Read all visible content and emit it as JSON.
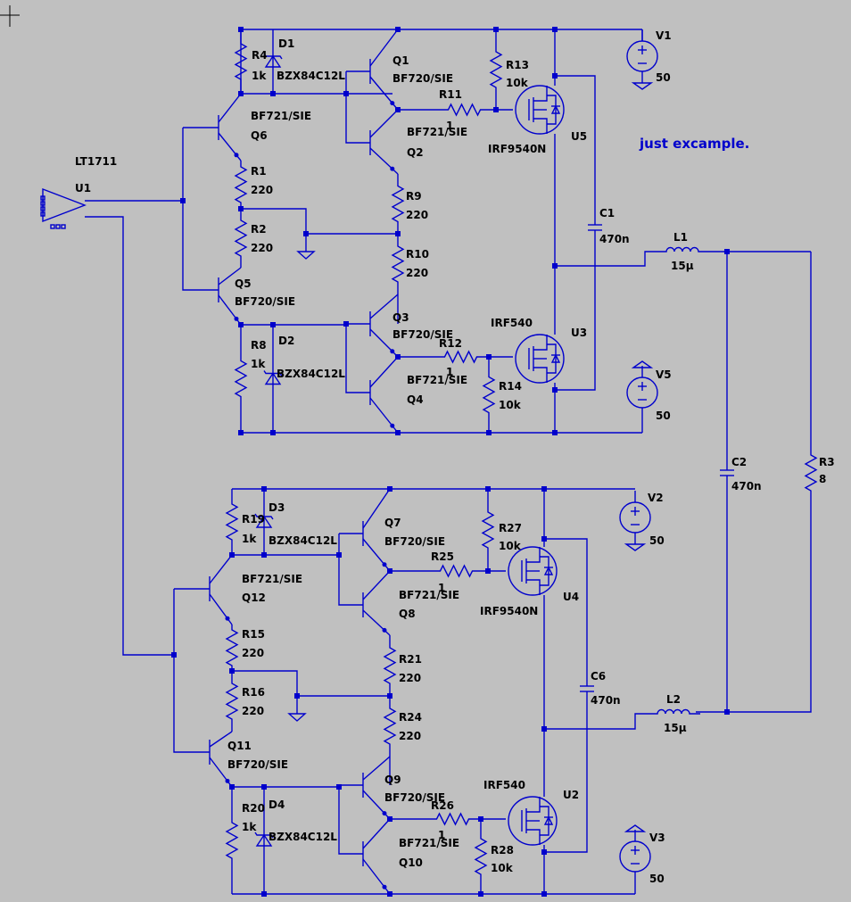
{
  "note": "just excample.",
  "opamp": {
    "ref": "U1",
    "value": "LT1711"
  },
  "top": {
    "v1": {
      "ref": "V1",
      "value": "50"
    },
    "v5": {
      "ref": "V5",
      "value": "50"
    },
    "r4": {
      "ref": "R4",
      "value": "1k"
    },
    "d1": {
      "ref": "D1",
      "value": "BZX84C12L"
    },
    "q1": {
      "ref": "Q1",
      "value": "BF720/SIE"
    },
    "r13": {
      "ref": "R13",
      "value": "10k"
    },
    "r11": {
      "ref": "R11",
      "value": "1"
    },
    "u5": {
      "ref": "U5",
      "value": "IRF9540N"
    },
    "q6": {
      "ref": "Q6",
      "value": "BF721/SIE"
    },
    "q2": {
      "ref": "Q2",
      "value": "BF721/SIE"
    },
    "r1": {
      "ref": "R1",
      "value": "220"
    },
    "r9": {
      "ref": "R9",
      "value": "220"
    },
    "r2": {
      "ref": "R2",
      "value": "220"
    },
    "r10": {
      "ref": "R10",
      "value": "220"
    },
    "c1": {
      "ref": "C1",
      "value": "470n"
    },
    "l1": {
      "ref": "L1",
      "value": "15µ"
    },
    "q5": {
      "ref": "Q5",
      "value": "BF720/SIE"
    },
    "q3": {
      "ref": "Q3",
      "value": "BF720/SIE"
    },
    "u3": {
      "ref": "U3",
      "value": "IRF540"
    },
    "r8": {
      "ref": "R8",
      "value": "1k"
    },
    "d2": {
      "ref": "D2",
      "value": "BZX84C12L"
    },
    "r12": {
      "ref": "R12",
      "value": "1"
    },
    "q4": {
      "ref": "Q4",
      "value": "BF721/SIE"
    },
    "r14": {
      "ref": "R14",
      "value": "10k"
    }
  },
  "load": {
    "c2": {
      "ref": "C2",
      "value": "470n"
    },
    "r3": {
      "ref": "R3",
      "value": "8"
    }
  },
  "bottom": {
    "v2": {
      "ref": "V2",
      "value": "50"
    },
    "v3": {
      "ref": "V3",
      "value": "50"
    },
    "r19": {
      "ref": "R19",
      "value": "1k"
    },
    "d3": {
      "ref": "D3",
      "value": "BZX84C12L"
    },
    "q7": {
      "ref": "Q7",
      "value": "BF720/SIE"
    },
    "r27": {
      "ref": "R27",
      "value": "10k"
    },
    "r25": {
      "ref": "R25",
      "value": "1"
    },
    "u4": {
      "ref": "U4",
      "value": "IRF9540N"
    },
    "q12": {
      "ref": "Q12",
      "value": "BF721/SIE"
    },
    "q8": {
      "ref": "Q8",
      "value": "BF721/SIE"
    },
    "r15": {
      "ref": "R15",
      "value": "220"
    },
    "r21": {
      "ref": "R21",
      "value": "220"
    },
    "r16": {
      "ref": "R16",
      "value": "220"
    },
    "r24": {
      "ref": "R24",
      "value": "220"
    },
    "c6": {
      "ref": "C6",
      "value": "470n"
    },
    "l2": {
      "ref": "L2",
      "value": "15µ"
    },
    "q11": {
      "ref": "Q11",
      "value": "BF720/SIE"
    },
    "q9": {
      "ref": "Q9",
      "value": "BF720/SIE"
    },
    "u2": {
      "ref": "U2",
      "value": "IRF540"
    },
    "r20": {
      "ref": "R20",
      "value": "1k"
    },
    "d4": {
      "ref": "D4",
      "value": "BZX84C12L"
    },
    "r26": {
      "ref": "R26",
      "value": "1"
    },
    "q10": {
      "ref": "Q10",
      "value": "BF721/SIE"
    },
    "r28": {
      "ref": "R28",
      "value": "10k"
    }
  }
}
